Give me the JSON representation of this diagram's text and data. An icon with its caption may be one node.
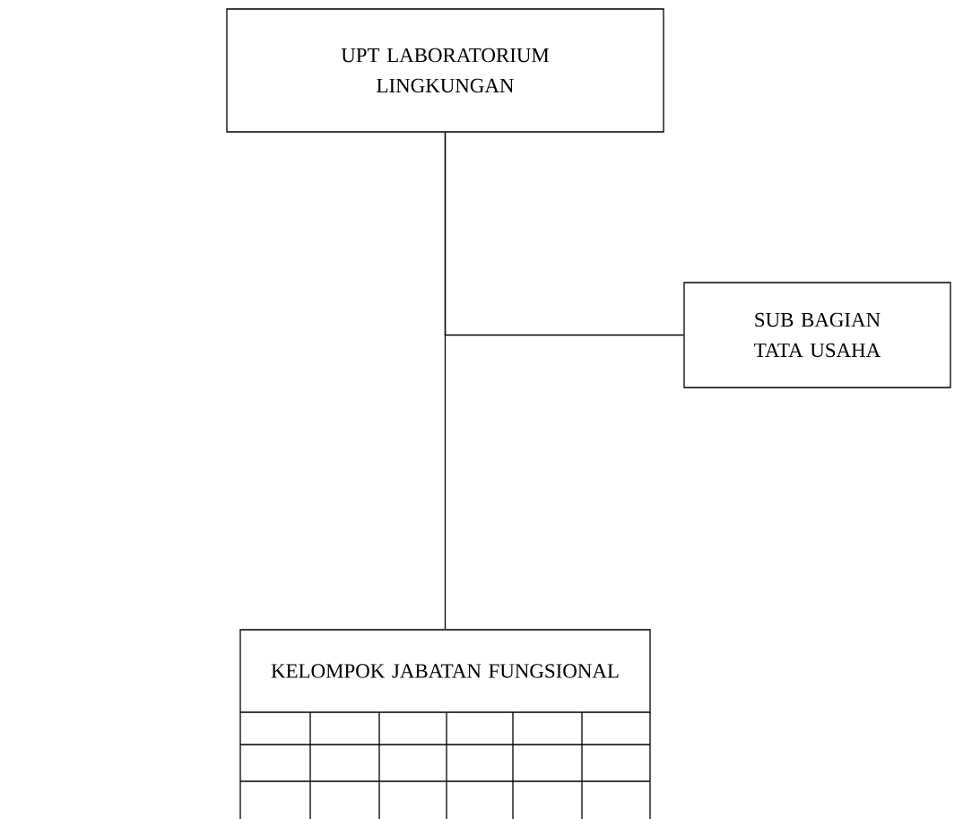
{
  "diagram": {
    "nodes": [
      {
        "text": [
          "UPT LABORATORIUM LINGKUNGAN"
        ]
      },
      {
        "text": [
          "SUB BAGIAN TATA USAHA"
        ]
      },
      {
        "text": [
          "KELOMPOK JABATAN FUNGSIONAL"
        ]
      }
    ],
    "edges": [
      {
        "from": 0,
        "to": 2,
        "arrow": "none"
      },
      {
        "from": 0,
        "to": 1,
        "arrow": "none"
      }
    ]
  }
}
